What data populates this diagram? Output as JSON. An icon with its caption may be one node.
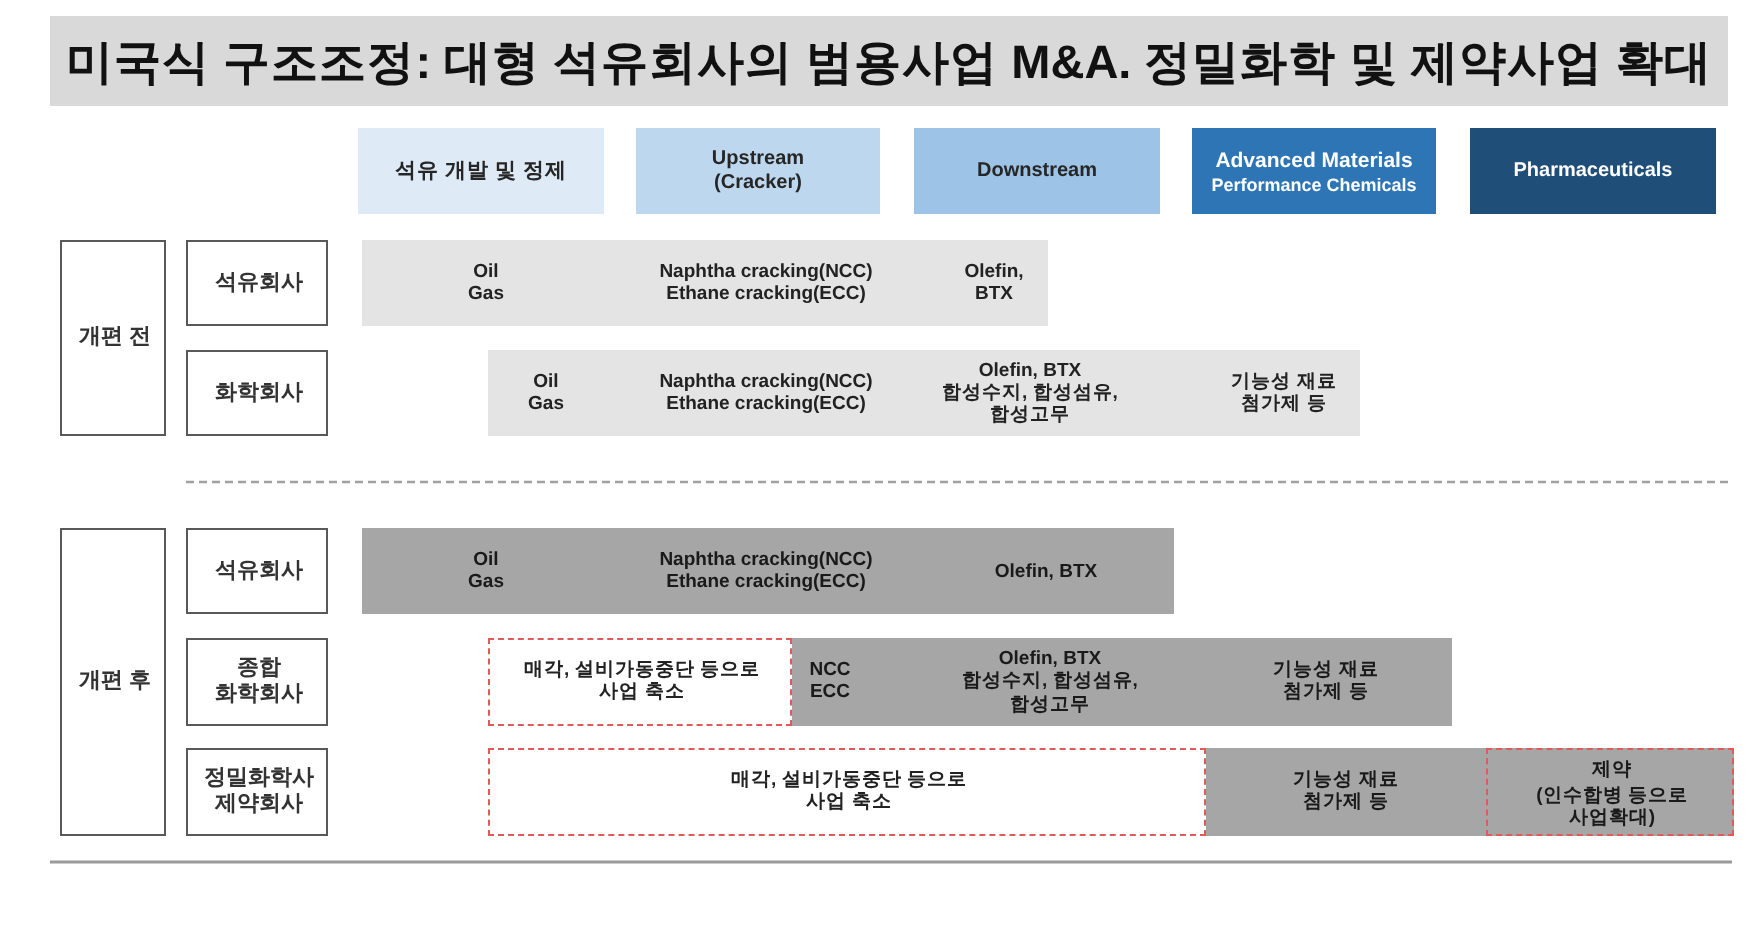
{
  "diagram": {
    "title": "미국식 구조조정: 대형 석유회사의 범용사업 M&A. 정밀화학 및 제약사업 확대",
    "nodes": [
      {
        "text": [
          "석유 개발 및 정제"
        ]
      },
      {
        "text": [
          "Upstream (Cracker)"
        ]
      },
      {
        "text": [
          "Downstream"
        ]
      },
      {
        "text": [
          "Advanced Materials",
          "Performance Chemicals"
        ]
      },
      {
        "text": [
          "Pharmaceuticals"
        ]
      },
      {
        "text": [
          "개편 전"
        ]
      },
      {
        "text": [
          "석유회사"
        ]
      },
      {
        "text": [
          "Oil Gas",
          "Naphtha cracking(NCC) Ethane cracking(ECC)",
          "Olefin, BTX"
        ]
      },
      {
        "text": [
          "화학회사"
        ]
      },
      {
        "text": [
          "Oil Gas",
          "Naphtha cracking(NCC) Ethane cracking(ECC)",
          "Olefin, BTX 합성수지, 합성섬유, 합성고무",
          "기능성 재료 첨가제 등"
        ]
      },
      {
        "text": [
          "개편 후"
        ]
      },
      {
        "text": [
          "석유회사"
        ]
      },
      {
        "text": [
          "Oil Gas",
          "Naphtha cracking(NCC) Ethane cracking(ECC)",
          "Olefin, BTX"
        ]
      },
      {
        "text": [
          "종합 화학회사"
        ]
      },
      {
        "text": [
          "매각, 설비가동중단 등으로 사업 축소"
        ]
      },
      {
        "text": [
          "NCC ECC",
          "Olefin, BTX 합성수지, 합성섬유, 합성고무",
          "기능성 재료 첨가제 등"
        ]
      },
      {
        "text": [
          "정밀화학사 제약회사"
        ]
      },
      {
        "text": [
          "매각, 설비가동중단 등으로 사업 축소"
        ]
      },
      {
        "text": [
          "기능성 재료 첨가제 등"
        ]
      },
      {
        "text": [
          "제약",
          "(인수합병 등으로 사업확대)"
        ]
      }
    ]
  }
}
